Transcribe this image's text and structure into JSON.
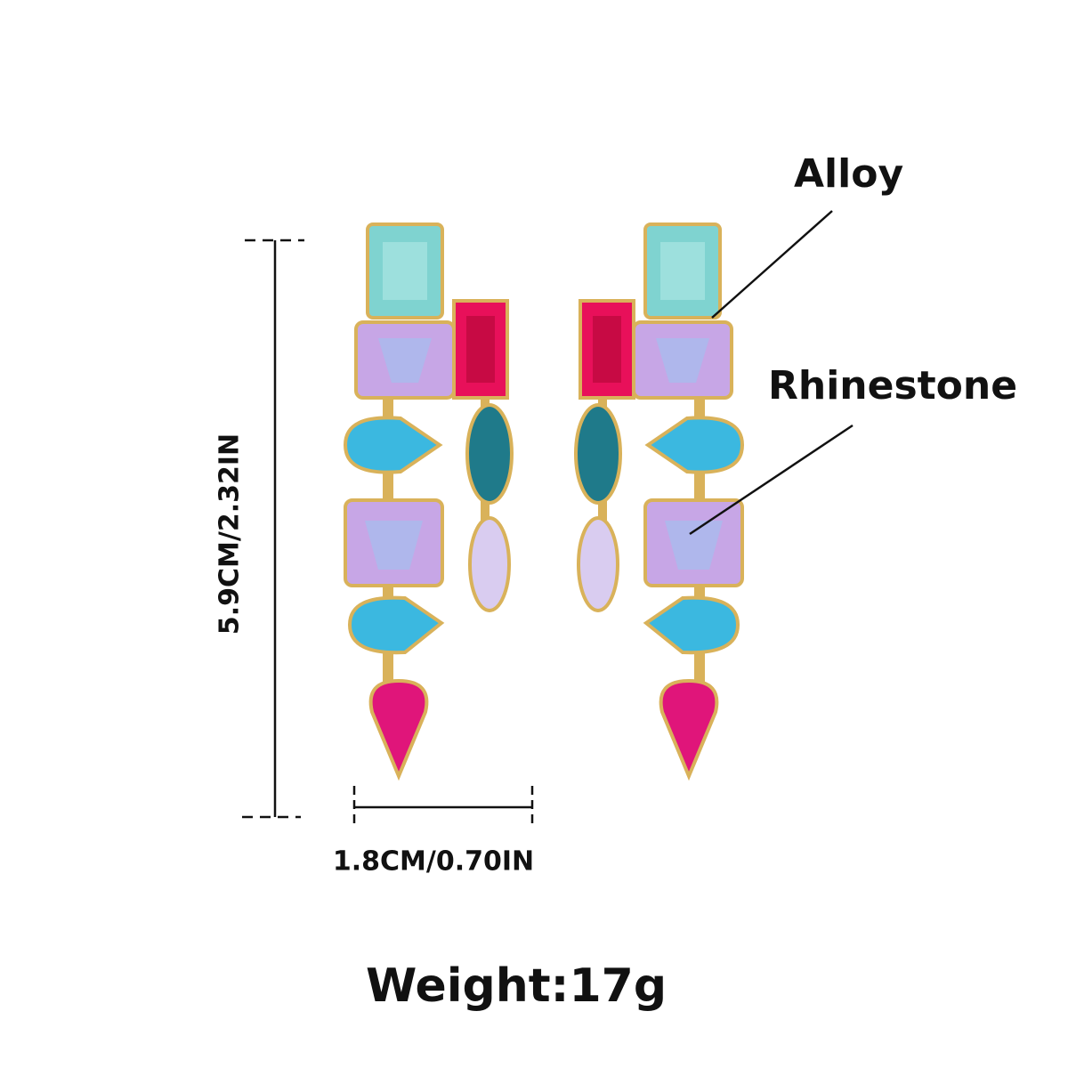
{
  "labels": {
    "material_1": "Alloy",
    "material_2": "Rhinestone"
  },
  "dimensions": {
    "height": "5.9CM/2.32IN",
    "width": "1.8CM/0.70IN"
  },
  "weight": "Weight:17g",
  "colors": {
    "aqua": "#7fd3d0",
    "lavender": "#c7a6e6",
    "fuchsia": "#e8105a",
    "sky": "#3bb8e0",
    "teal": "#1f7a8a",
    "pale_lilac": "#d9ccf0",
    "magenta": "#e0157a",
    "gold": "#d9b25a"
  }
}
